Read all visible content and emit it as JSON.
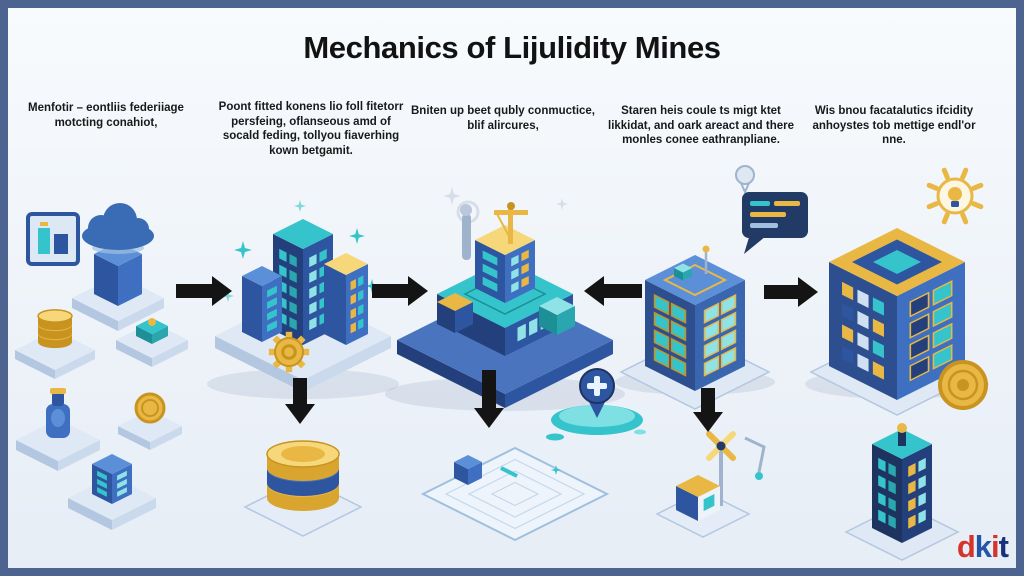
{
  "title": "Mechanics of Lijulidity Mines",
  "columns": [
    {
      "caption": "Menfotir – eontliis federiiage motcting conahiot,"
    },
    {
      "caption": "Poont fitted konens lio foll fitetorr persfeing, oflanseous amd of socald feding, tollyou fiaverhing kown betgamit."
    },
    {
      "caption": "Bniten up beet qubly conmuctice, blif alircures,"
    },
    {
      "caption": "Staren heis coule ts migt ktet likkidat, and oark areact and there monles conee eathranpliane."
    },
    {
      "caption": "Wis bnou facatalutics ifcidity anhoystes tob mettige endl'or nne."
    }
  ],
  "icons": [
    "framed-city-icon",
    "cloud-icon",
    "coin-stack-icon",
    "chip-icon",
    "flask-icon",
    "coin-icon",
    "mini-building-icon",
    "sparkle-icon",
    "city-buildings",
    "gear-icon",
    "database-icon",
    "construction-platform",
    "crane-icon",
    "blueprint-grid",
    "map-blob",
    "location-pin-icon",
    "office-building",
    "code-bubble-icon",
    "balloon-icon",
    "windmill-icon",
    "crate-icon",
    "lightbulb-icon",
    "mosaic-building",
    "dark-tower",
    "gold-coin-icon",
    "flow-arrow"
  ],
  "colors": {
    "navy": "#2e55a0",
    "teal": "#35c4cb",
    "gold": "#e9b844",
    "arrow": "#141414",
    "frame_border": "#4d6490",
    "background": "#eef3f9"
  },
  "watermark": {
    "text": "dkit",
    "letters": [
      {
        "ch": "d",
        "css": "color:#d4342c"
      },
      {
        "ch": "k",
        "css": "color:#2456a8"
      },
      {
        "ch": "i",
        "css": "color:#d4342c"
      },
      {
        "ch": "t",
        "css": "color:#17327a"
      }
    ]
  }
}
